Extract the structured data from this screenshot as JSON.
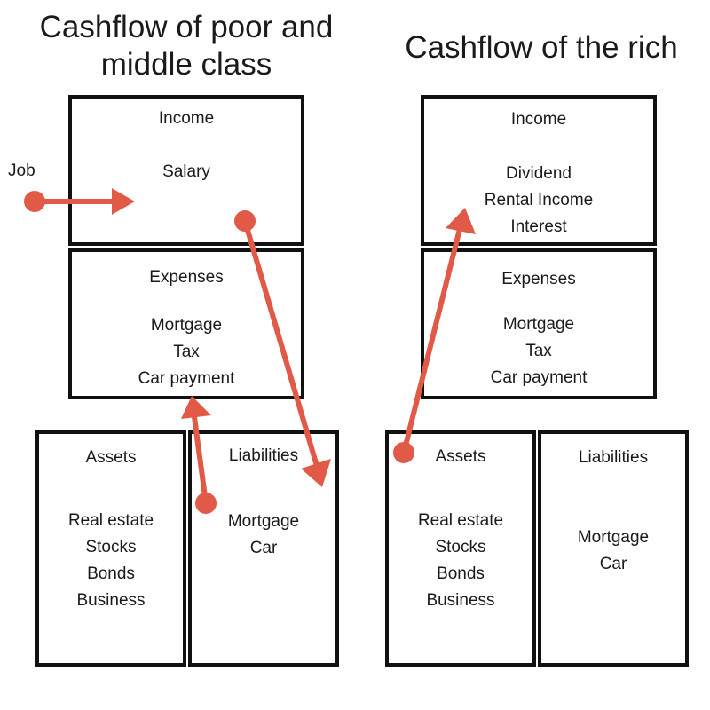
{
  "left": {
    "title_line1": "Cashflow of poor and",
    "title_line2": "middle class",
    "income": {
      "header": "Income",
      "items": [
        "Salary"
      ]
    },
    "expenses": {
      "header": "Expenses",
      "items": [
        "Mortgage",
        "Tax",
        "Car payment"
      ]
    },
    "assets": {
      "header": "Assets",
      "items": [
        "Real estate",
        "Stocks",
        "Bonds",
        "Business"
      ]
    },
    "liabilities": {
      "header": "Liabilities",
      "items": [
        "Mortgage",
        "Car"
      ]
    },
    "job_label": "Job"
  },
  "right": {
    "title": "Cashflow of the rich",
    "income": {
      "header": "Income",
      "items": [
        "Dividend",
        "Rental Income",
        "Interest"
      ]
    },
    "expenses": {
      "header": "Expenses",
      "items": [
        "Mortgage",
        "Tax",
        "Car payment"
      ]
    },
    "assets": {
      "header": "Assets",
      "items": [
        "Real estate",
        "Stocks",
        "Bonds",
        "Business"
      ]
    },
    "liabilities": {
      "header": "Liabilities",
      "items": [
        "Mortgage",
        "Car"
      ]
    }
  },
  "colors": {
    "arrow": "#e05a47",
    "border": "#111111",
    "text": "#1a1a1a"
  }
}
